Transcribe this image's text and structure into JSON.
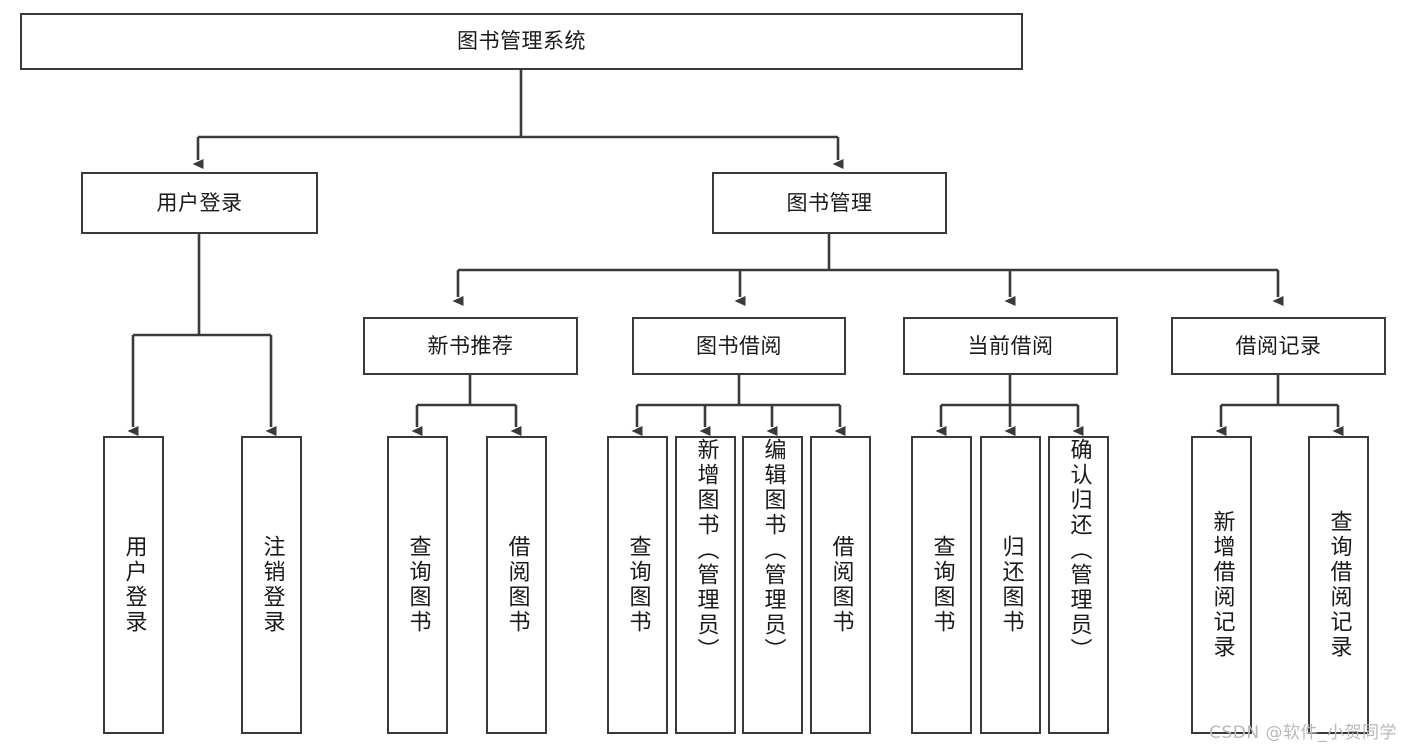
{
  "diagram": {
    "title_node": {
      "label": "图书管理系统"
    },
    "level1": [
      {
        "key": "user_login",
        "label": "用户登录"
      },
      {
        "key": "book_mgmt",
        "label": "图书管理"
      }
    ],
    "level2": [
      {
        "key": "new_book_rec",
        "label": "新书推荐"
      },
      {
        "key": "book_borrow",
        "label": "图书借阅"
      },
      {
        "key": "current_borrow",
        "label": "当前借阅"
      },
      {
        "key": "borrow_record",
        "label": "借阅记录"
      }
    ],
    "leaves": {
      "user_login": [
        {
          "key": "leaf-user-login",
          "label": "用户登录"
        },
        {
          "key": "leaf-logout",
          "label": "注销登录"
        }
      ],
      "new_book_rec": [
        {
          "key": "leaf-query-book-1",
          "label": "查询图书"
        },
        {
          "key": "leaf-borrow-book-1",
          "label": "借阅图书"
        }
      ],
      "book_borrow": [
        {
          "key": "leaf-query-book-2",
          "label": "查询图书"
        },
        {
          "key": "leaf-add-book",
          "label": "新增图书（管理员）"
        },
        {
          "key": "leaf-edit-book",
          "label": "编辑图书（管理员）"
        },
        {
          "key": "leaf-borrow-book-2",
          "label": "借阅图书"
        }
      ],
      "current_borrow": [
        {
          "key": "leaf-query-book-3",
          "label": "查询图书"
        },
        {
          "key": "leaf-return-book",
          "label": "归还图书"
        },
        {
          "key": "leaf-confirm-return",
          "label": "确认归还（管理员）"
        }
      ],
      "borrow_record": [
        {
          "key": "leaf-add-record",
          "label": "新增借阅记录"
        },
        {
          "key": "leaf-query-record",
          "label": "查询借阅记录"
        }
      ]
    }
  },
  "watermark": {
    "text": "CSDN @软件_小贺同学"
  },
  "colors": {
    "stroke": "#3a3a3a",
    "fill": "#ffffff",
    "text": "#1a1a1a",
    "watermark": "#b9b9b9"
  }
}
